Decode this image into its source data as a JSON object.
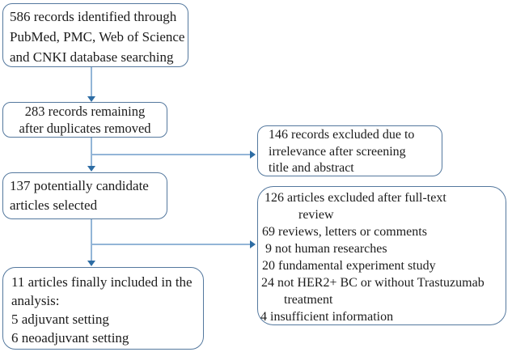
{
  "diagram": {
    "type": "flowchart",
    "title": "Study selection flow diagram",
    "boxes": {
      "identification": {
        "lines": [
          "586 records identified through",
          "PubMed, PMC, Web of Science",
          "and CNKI database searching"
        ]
      },
      "deduplicated": {
        "lines": [
          "283 records remaining",
          "after duplicates removed"
        ]
      },
      "excluded_screening": {
        "lines": [
          "146 records excluded due to",
          "irrelevance after screening",
          "title and abstract"
        ]
      },
      "candidates": {
        "lines": [
          "137 potentially candidate",
          "articles selected"
        ]
      },
      "excluded_fulltext": {
        "lines": [
          "126 articles excluded after full-text",
          "review",
          "69 reviews, letters or comments",
          "9 not human researches",
          "20 fundamental experiment study",
          "24 not HER2+ BC or without Trastuzumab",
          "treatment",
          "4 insufficient information"
        ]
      },
      "included": {
        "lines": [
          "11 articles finally included in the",
          "analysis:",
          "5 adjuvant setting",
          "6 neoadjuvant setting"
        ]
      }
    },
    "colors": {
      "border": "#54789e",
      "arrow_line": "#93b5d7",
      "arrow_head": "#2e6da4",
      "text": "#1b1b1b",
      "background": "#ffffff"
    }
  }
}
